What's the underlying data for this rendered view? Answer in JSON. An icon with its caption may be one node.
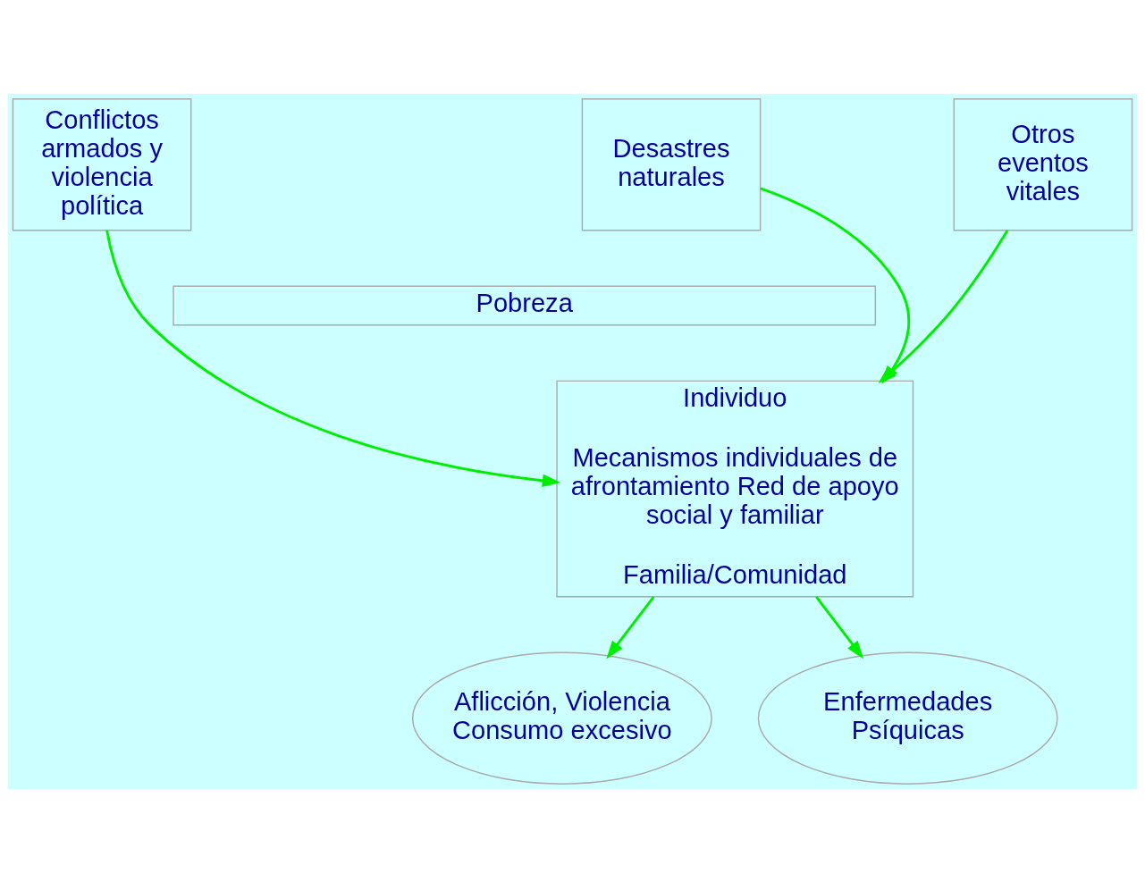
{
  "diagram": {
    "nodes": [
      {
        "text": [
          "Conflictos armados y violencia política"
        ]
      },
      {
        "text": [
          "Desastres naturales"
        ]
      },
      {
        "text": [
          "Otros eventos vitales"
        ]
      },
      {
        "text": [
          "Pobreza"
        ]
      },
      {
        "text": [
          "Individuo",
          "Mecanismos individuales de afrontamiento Red de apoyo social y familiar",
          "Familia/Comunidad"
        ]
      },
      {
        "text": [
          "Aflicción, Violencia Consumo excesivo"
        ]
      },
      {
        "text": [
          "Enfermedades Psíquicas"
        ]
      }
    ],
    "edges": [
      {
        "from": 0,
        "to": 4,
        "arrow": "to"
      },
      {
        "from": 1,
        "to": 4,
        "arrow": "to"
      },
      {
        "from": 2,
        "to": 4,
        "arrow": "to"
      },
      {
        "from": 4,
        "to": 5,
        "arrow": "to"
      },
      {
        "from": 4,
        "to": 6,
        "arrow": "to"
      }
    ]
  }
}
